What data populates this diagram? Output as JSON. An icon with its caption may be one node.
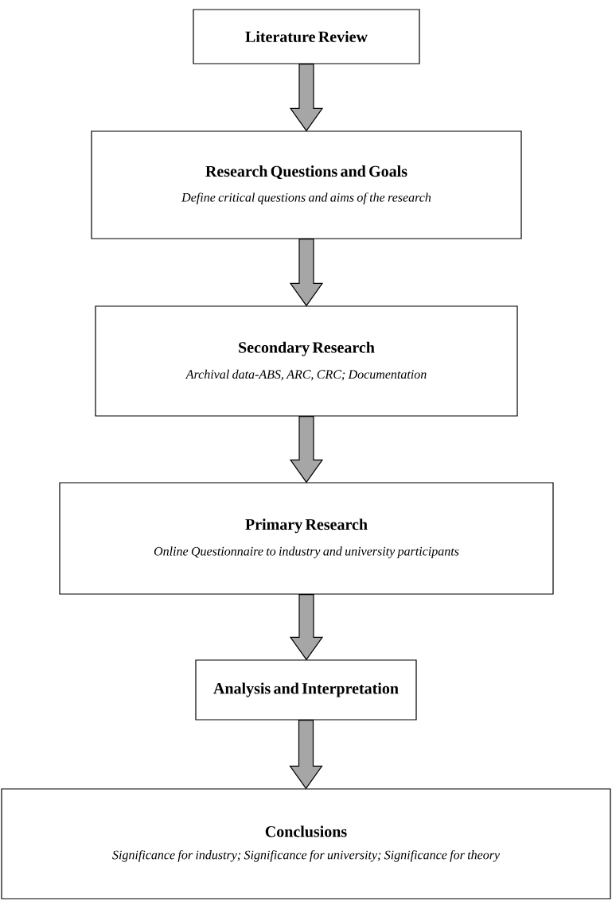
{
  "diagram": {
    "nodes": [
      {
        "text": [
          "Literature Review"
        ]
      },
      {
        "text": [
          "Research Questions and Goals",
          "Define critical questions and aims of the research"
        ]
      },
      {
        "text": [
          "Secondary Research",
          "Archival data-ABS, ARC, CRC; Documentation"
        ]
      },
      {
        "text": [
          "Primary Research",
          "Online Questionnaire to industry and university participants"
        ]
      },
      {
        "text": [
          "Analysis and Interpretation"
        ]
      },
      {
        "text": [
          "Conclusions",
          "Significance for industry; Significance for university; Significance for theory"
        ]
      }
    ],
    "edges": [
      {
        "from": 0,
        "to": 1,
        "arrow": "to"
      },
      {
        "from": 1,
        "to": 2,
        "arrow": "to"
      },
      {
        "from": 2,
        "to": 3,
        "arrow": "to"
      },
      {
        "from": 3,
        "to": 4,
        "arrow": "to"
      },
      {
        "from": 4,
        "to": 5,
        "arrow": "to"
      }
    ]
  }
}
